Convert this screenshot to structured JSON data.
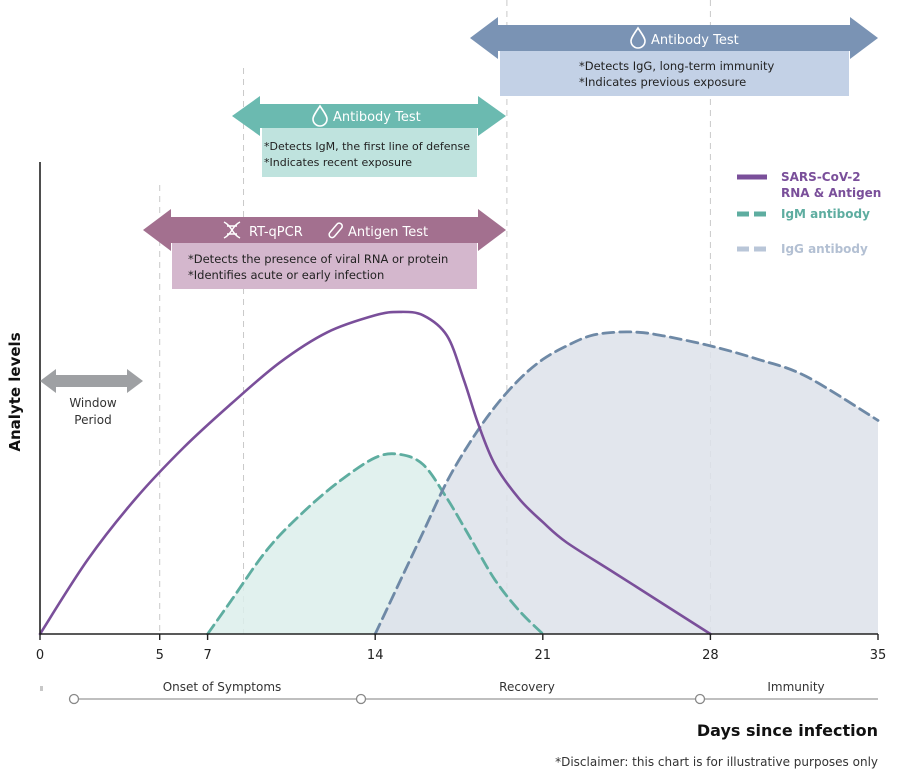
{
  "chart_data": {
    "type": "area",
    "xlabel": "Days since infection",
    "ylabel": "Analyte levels",
    "xlim": [
      0,
      35
    ],
    "ylim": [
      0,
      100
    ],
    "x_ticks": [
      "0",
      "5",
      "7",
      "14",
      "21",
      "28",
      "35"
    ],
    "x_tick_values": [
      0,
      5,
      7,
      14,
      21,
      28,
      35
    ],
    "gridlines_x": [
      5,
      8.5,
      19.5,
      28
    ],
    "legend_position": "right",
    "series": [
      {
        "name": "SARS-CoV-2 RNA & Antigen",
        "style": "solid",
        "color": "#7a4f9a",
        "points": [
          [
            0,
            0
          ],
          [
            2,
            22
          ],
          [
            4,
            40
          ],
          [
            6,
            55
          ],
          [
            8,
            68
          ],
          [
            10,
            80
          ],
          [
            12,
            89
          ],
          [
            14,
            94
          ],
          [
            15,
            95
          ],
          [
            16,
            94
          ],
          [
            17,
            88
          ],
          [
            17.7,
            75
          ],
          [
            18.3,
            62
          ],
          [
            19,
            50
          ],
          [
            20,
            40
          ],
          [
            21,
            33
          ],
          [
            22,
            27
          ],
          [
            24,
            18
          ],
          [
            26,
            9
          ],
          [
            28,
            0
          ]
        ]
      },
      {
        "name": "IgM antibody",
        "style": "dashed",
        "color": "#5eada0",
        "fill": "#dcefeb",
        "points": [
          [
            7,
            0
          ],
          [
            8,
            10
          ],
          [
            9.5,
            25
          ],
          [
            11,
            36
          ],
          [
            12.5,
            45
          ],
          [
            14,
            52
          ],
          [
            15,
            53
          ],
          [
            16,
            50
          ],
          [
            17,
            40
          ],
          [
            18,
            28
          ],
          [
            19,
            16
          ],
          [
            20,
            7
          ],
          [
            21,
            0
          ]
        ]
      },
      {
        "name": "IgG antibody",
        "style": "dashed",
        "color": "#6e89a6",
        "fill": "#dde2ea",
        "points": [
          [
            14,
            0
          ],
          [
            15,
            15
          ],
          [
            16,
            30
          ],
          [
            17,
            45
          ],
          [
            18,
            57
          ],
          [
            19,
            67
          ],
          [
            20,
            75
          ],
          [
            21,
            81
          ],
          [
            22,
            85
          ],
          [
            23,
            88
          ],
          [
            24,
            89
          ],
          [
            25,
            89
          ],
          [
            26,
            88
          ],
          [
            28,
            85
          ],
          [
            30,
            81
          ],
          [
            32,
            76
          ],
          [
            35,
            63
          ]
        ]
      }
    ],
    "window_period": {
      "label_line1": "Window",
      "label_line2": "Period",
      "x_range": [
        0,
        5
      ]
    },
    "tests": [
      {
        "id": "antigen",
        "titles": [
          "RT-qPCR",
          "Antigen Test"
        ],
        "notes": [
          "*Detects the presence of viral RNA or protein",
          "*Identifies acute or early infection"
        ],
        "x_range": [
          5,
          21
        ],
        "color": "#a3708f",
        "box_color": "#d4b7cd"
      },
      {
        "id": "igm",
        "titles": [
          "Antibody Test"
        ],
        "notes": [
          "*Detects IgM, the first line of defense",
          "*Indicates recent exposure"
        ],
        "x_range": [
          8.5,
          21
        ],
        "color": "#6bbab0",
        "box_color": "#bfe3de"
      },
      {
        "id": "igg",
        "titles": [
          "Antibody Test"
        ],
        "notes": [
          "*Detects IgG, long-term immunity",
          "*Indicates previous exposure"
        ],
        "x_range": [
          19.5,
          35
        ],
        "color": "#7a93b4",
        "box_color": "#c3d1e6"
      }
    ],
    "phases": [
      "Onset of Symptoms",
      "Recovery",
      "Immunity"
    ],
    "disclaimer": "*Disclaimer: this chart is for illustrative purposes only"
  }
}
